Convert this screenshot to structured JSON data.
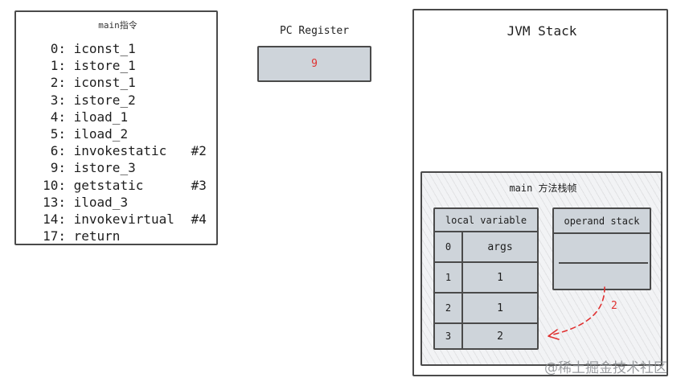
{
  "instructions": {
    "title": "main指令",
    "items": [
      {
        "offset": "0:",
        "op": "iconst_1",
        "arg": ""
      },
      {
        "offset": "1:",
        "op": "istore_1",
        "arg": ""
      },
      {
        "offset": "2:",
        "op": "iconst_1",
        "arg": ""
      },
      {
        "offset": "3:",
        "op": "istore_2",
        "arg": ""
      },
      {
        "offset": "4:",
        "op": "iload_1",
        "arg": ""
      },
      {
        "offset": "5:",
        "op": "iload_2",
        "arg": ""
      },
      {
        "offset": "6:",
        "op": "invokestatic",
        "arg": "#2"
      },
      {
        "offset": "9:",
        "op": "istore_3",
        "arg": ""
      },
      {
        "offset": "10:",
        "op": "getstatic",
        "arg": "#3"
      },
      {
        "offset": "13:",
        "op": "iload_3",
        "arg": ""
      },
      {
        "offset": "14:",
        "op": "invokevirtual",
        "arg": "#4"
      },
      {
        "offset": "17:",
        "op": "return",
        "arg": ""
      }
    ]
  },
  "pc_register": {
    "label": "PC Register",
    "value": "9"
  },
  "jvm_stack": {
    "title": "JVM Stack",
    "frame": {
      "title": "main 方法栈帧",
      "local_variable": {
        "header": "local variable",
        "rows": [
          {
            "index": "0",
            "value": "args"
          },
          {
            "index": "1",
            "value": "1"
          },
          {
            "index": "2",
            "value": "1"
          },
          {
            "index": "3",
            "value": "2"
          }
        ]
      },
      "operand_stack": {
        "header": "operand stack"
      },
      "arrow_label": "2"
    }
  },
  "colors": {
    "accent_red": "#e03131",
    "cell_fill": "#ced4da",
    "stroke": "#4a4a4a"
  },
  "watermark": "@稀土掘金技术社区"
}
